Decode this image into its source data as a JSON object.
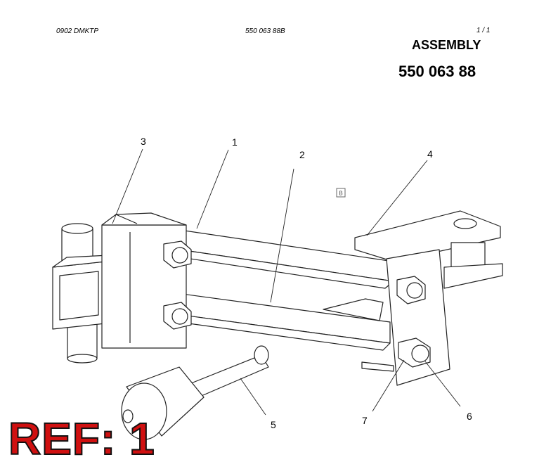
{
  "header": {
    "left_code": "0902 DMKTP",
    "center_code": "550 063 88B",
    "page": "1 /   1"
  },
  "assembly": {
    "title": "ASSEMBLY",
    "number": "550 063 88"
  },
  "callouts": [
    "1",
    "2",
    "3",
    "4",
    "5",
    "6",
    "7"
  ],
  "marker": "B",
  "ref_label": "REF: 1",
  "colors": {
    "ref_fill": "#d01010",
    "line": "#222222"
  }
}
